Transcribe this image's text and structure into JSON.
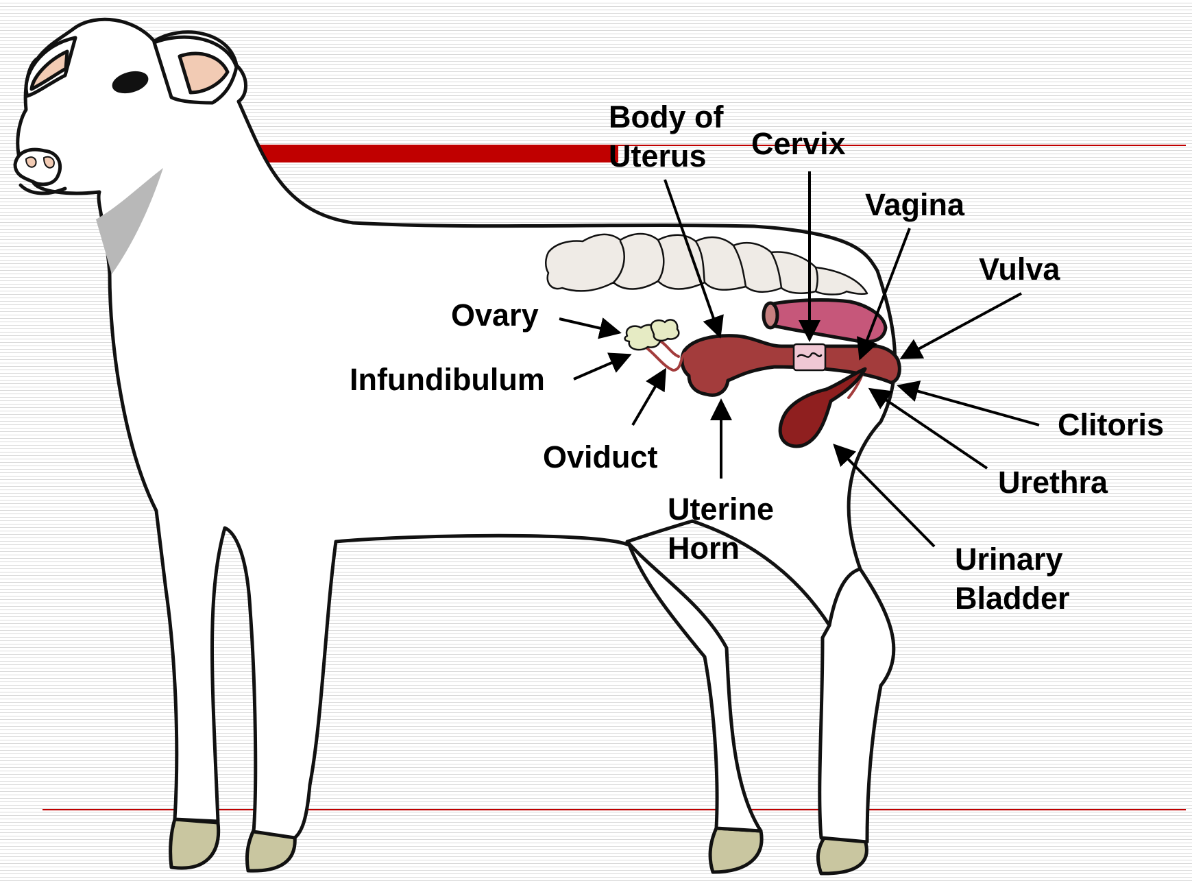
{
  "title": "",
  "colors": {
    "accent": "#c00000",
    "outline": "#111111",
    "ear_inner": "#f2cbb4",
    "neck_shadow": "#b8b8b8",
    "hoof": "#c9c6a0",
    "spine": "#efebe6",
    "ovary": "#e6ebc4",
    "tract": "#a33c3c",
    "tract_light": "#c78080",
    "rectum": "#c6577a",
    "bladder": "#8f1f1f"
  },
  "labels": {
    "body_of_uterus": [
      "Body of",
      "Uterus"
    ],
    "cervix": "Cervix",
    "vagina": "Vagina",
    "vulva": "Vulva",
    "ovary": "Ovary",
    "infundibulum": "Infundibulum",
    "oviduct": "Oviduct",
    "uterine_horn": [
      "Uterine",
      "Horn"
    ],
    "clitoris": "Clitoris",
    "urethra": "Urethra",
    "urinary_bladder": [
      "Urinary",
      "Bladder"
    ]
  }
}
